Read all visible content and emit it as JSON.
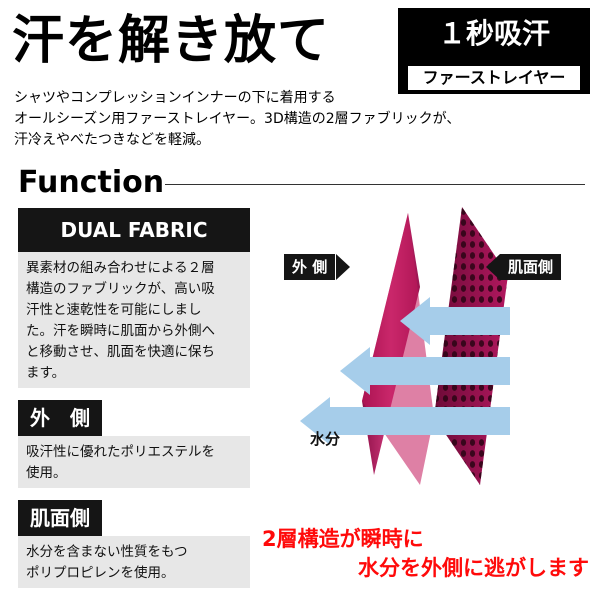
{
  "headline": "汗を解き放て",
  "badge": {
    "main": "１秒吸汗",
    "sub": "ファーストレイヤー"
  },
  "intro_lines": [
    "シャツやコンプレッションインナーの下に着用する",
    "オールシーズン用ファーストレイヤー。3D構造の2層ファブリックが、",
    "汗冷えやべたつきなどを軽減。"
  ],
  "function_title": "Function",
  "dual_fabric": {
    "title": "DUAL FABRIC",
    "lines": [
      "異素材の組み合わせによる２層",
      "構造のファブリックが、高い吸",
      "汗性と速乾性を可能にしまし",
      "た。汗を瞬時に肌面から外側へ",
      "と移動させ、肌面を快適に保ち",
      "ます。"
    ]
  },
  "outer": {
    "label": "外　側",
    "lines": [
      "吸汗性に優れたポリエステルを",
      "使用。"
    ]
  },
  "skin": {
    "label": "肌面側",
    "lines": [
      "水分を含まない性質をもつ",
      "ポリプロピレンを使用。"
    ]
  },
  "diagram": {
    "outer_tag": "外 側",
    "skin_tag": "肌面側",
    "water_label": "水分",
    "colors": {
      "fabric": "#c2185b",
      "arrow": "#a6cdea",
      "tag": "#151515"
    }
  },
  "callout": {
    "line1": "2層構造が瞬時に",
    "line2": "水分を外側に逃がします",
    "color": "#ff0a0a"
  }
}
